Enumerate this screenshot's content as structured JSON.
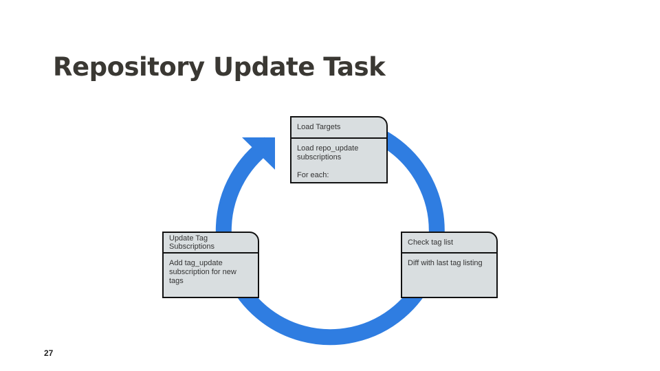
{
  "title": "Repository Update Task",
  "page_number": "27",
  "colors": {
    "cycle_arrow": "#2f7de1",
    "box_fill": "#d9dee0",
    "title": "#3a3833"
  },
  "nodes": [
    {
      "header": "Load Targets",
      "body": "Load  repo_update\nsubscriptions\n\nFor each:"
    },
    {
      "header": "Check tag list",
      "body": "Diff with last tag listing"
    },
    {
      "header": "Update Tag\nSubscriptions",
      "body": "Add tag_update\nsubscription for new tags"
    }
  ]
}
